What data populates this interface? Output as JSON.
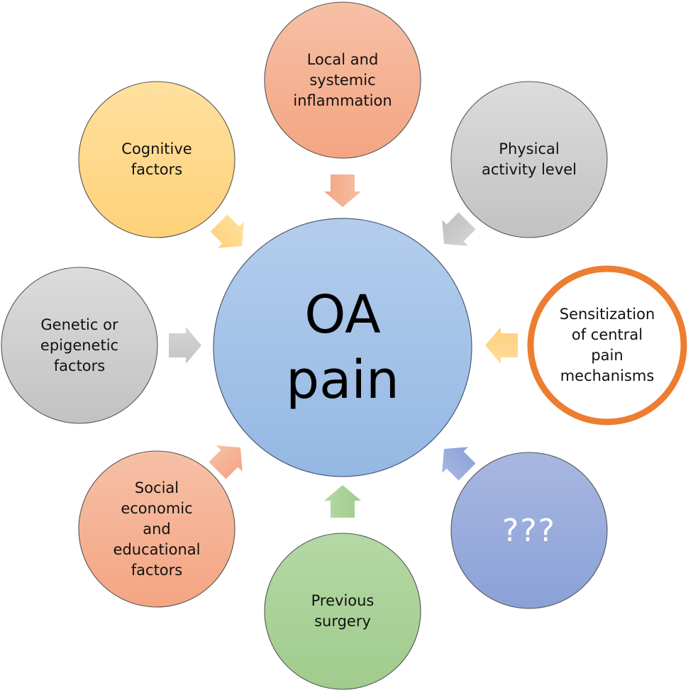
{
  "diagram": {
    "type": "radial-influence",
    "center": {
      "id": "oa-pain",
      "label": "OA\npain",
      "fill_top": "#b4cdec",
      "fill_bottom": "#94b8e4"
    },
    "factors": [
      {
        "id": "inflammation",
        "label": "Local and\nsystemic\ninflammation",
        "position": "top",
        "fill_top": "#f6c0a6",
        "fill_bottom": "#f4a582",
        "arrow_color_top": "#f6c0a6",
        "arrow_color_bottom": "#f4a582",
        "style": "filled"
      },
      {
        "id": "physical-activity",
        "label": "Physical\nactivity level",
        "position": "top-right",
        "fill_top": "#dcdcdc",
        "fill_bottom": "#c2c2c2",
        "arrow_color_top": "#d4d4d4",
        "arrow_color_bottom": "#c0c0c0",
        "style": "filled"
      },
      {
        "id": "central-sensitization",
        "label": "Sensitization\nof central\npain\nmechanisms",
        "position": "right",
        "fill_top": "#ffffff",
        "fill_bottom": "#ffffff",
        "stroke": "#ed7d31",
        "arrow_color_top": "#ffdb9a",
        "arrow_color_bottom": "#ffd07f",
        "style": "ring"
      },
      {
        "id": "unknown",
        "label": "???",
        "position": "bottom-right",
        "fill_top": "#a8b7e0",
        "fill_bottom": "#8aa1d8",
        "arrow_color_top": "#a8b7e0",
        "arrow_color_bottom": "#8aa1d8",
        "style": "filled"
      },
      {
        "id": "previous-surgery",
        "label": "Previous\nsurgery",
        "position": "bottom",
        "fill_top": "#b5d8a5",
        "fill_bottom": "#a0cc8c",
        "arrow_color_top": "#b5d8a5",
        "arrow_color_bottom": "#a0cc8c",
        "style": "filled"
      },
      {
        "id": "socioeconomic",
        "label": "Social\neconomic\nand\neducational\nfactors",
        "position": "bottom-left",
        "fill_top": "#f6c0a6",
        "fill_bottom": "#f4a582",
        "arrow_color_top": "#f6c0a6",
        "arrow_color_bottom": "#f4a582",
        "style": "filled"
      },
      {
        "id": "genetic",
        "label": "Genetic or\nepigenetic\nfactors",
        "position": "left",
        "fill_top": "#dcdcdc",
        "fill_bottom": "#c2c2c2",
        "arrow_color_top": "#d4d4d4",
        "arrow_color_bottom": "#c4c4c4",
        "style": "filled"
      },
      {
        "id": "cognitive",
        "label": "Cognitive\nfactors",
        "position": "top-left",
        "fill_top": "#ffe09e",
        "fill_bottom": "#ffd17a",
        "arrow_color_top": "#ffe09e",
        "arrow_color_bottom": "#ffd17a",
        "style": "filled"
      }
    ]
  }
}
